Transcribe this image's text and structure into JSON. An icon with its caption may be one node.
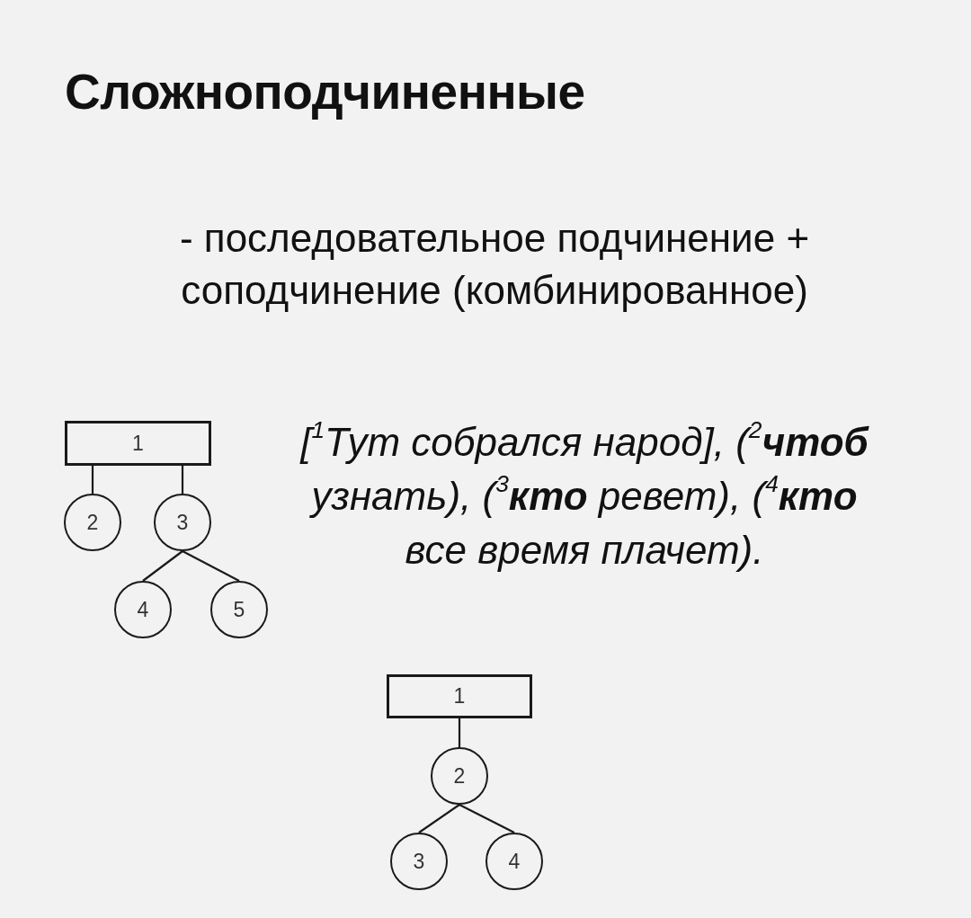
{
  "diagram": {
    "title": "Сложноподчиненные",
    "nodes": [
      {
        "text": [
          "1"
        ]
      },
      {
        "text": [
          "2"
        ]
      },
      {
        "text": [
          "3"
        ]
      },
      {
        "text": [
          "4"
        ]
      },
      {
        "text": [
          "5"
        ]
      },
      {
        "text": [
          "1"
        ]
      },
      {
        "text": [
          "2"
        ]
      },
      {
        "text": [
          "3"
        ]
      },
      {
        "text": [
          "4"
        ]
      }
    ],
    "edges": [
      {
        "from": 0,
        "to": 1,
        "arrow": "none"
      },
      {
        "from": 0,
        "to": 2,
        "arrow": "none"
      },
      {
        "from": 2,
        "to": 3,
        "arrow": "none"
      },
      {
        "from": 2,
        "to": 4,
        "arrow": "none"
      },
      {
        "from": 5,
        "to": 6,
        "arrow": "none"
      },
      {
        "from": 6,
        "to": 7,
        "arrow": "none"
      },
      {
        "from": 6,
        "to": 8,
        "arrow": "none"
      }
    ],
    "labels": [
      "- последовательное подчинение + соподчинение (комбинированное)",
      "[$^{1}$Тут собрался народ], ($^{2}$**чтоб** узнать), ($^{3}$**кто** ревет), ($^{4}$**кто** все время плачет)."
    ]
  }
}
